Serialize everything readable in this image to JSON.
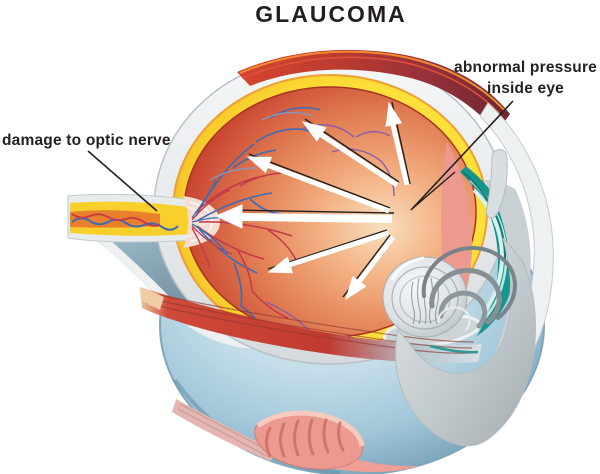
{
  "title": "GLAUCOMA",
  "labels": {
    "pressure": {
      "line1": "abnormal pressure",
      "line2": "inside eye"
    },
    "optic_nerve": {
      "text": "damage to optic nerve"
    }
  },
  "palette": {
    "ink": "#231f20",
    "sclera-white": "#eceff0",
    "sclera-shadow": "#b9c1c6",
    "choroid-yellow": "#f8cf2b",
    "choroid-orange": "#ef9f35",
    "vitreous-red": "#c53b2b",
    "vitreous-light": "#f9dfbf",
    "vessel-blue": "#3a6db5",
    "vessel-red": "#c2394a",
    "vessel-purple": "#8a5da8",
    "nerve-orange": "#e8762c",
    "muscle-red": "#cf4a38",
    "muscle-maroon": "#7e2d36",
    "muscle-pink": "#ec9a90",
    "ciliary-teal": "#17948d",
    "lens-silver": "#c9d0d4",
    "globe-blue": "#a3c8da",
    "arrow-white": "#ffffff"
  }
}
